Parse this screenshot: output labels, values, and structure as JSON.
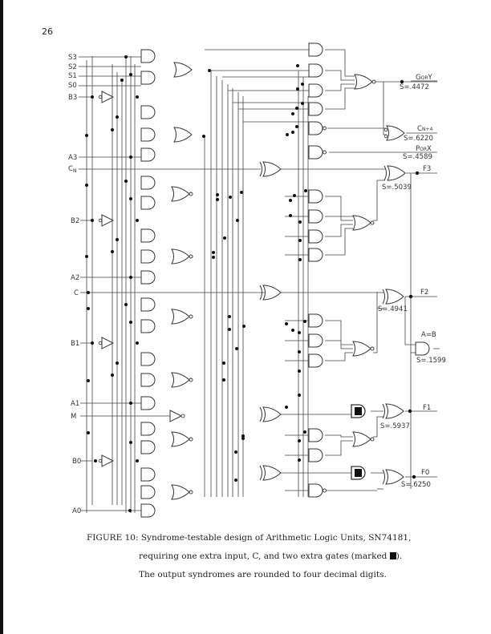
{
  "page_number": "26",
  "inputs": {
    "S3": "S3",
    "S2": "S2",
    "S1": "S1",
    "S0": "S0",
    "B3": "B3",
    "A3": "A3",
    "CN": "C",
    "CN_sub": "N",
    "B2": "B2",
    "A2": "A2",
    "C": "C",
    "B1": "B1",
    "A1": "A1",
    "M": "M",
    "B0": "B0",
    "A0": "A0"
  },
  "outputs": {
    "GorY": {
      "main": "G",
      "sub": "OR",
      "tail": "Y",
      "syndrome": "S=.4472"
    },
    "Cn4": {
      "main": "C",
      "sub": "N+4",
      "syndrome": "S=.6220"
    },
    "PorX": {
      "main": "P",
      "sub": "OR",
      "tail": "X",
      "syndrome": "S=.4589"
    },
    "F3": {
      "label": "F3",
      "syndrome": "S=.5039"
    },
    "F2": {
      "label": "F2",
      "syndrome": "S=.4941"
    },
    "AeqB": {
      "label": "A=B",
      "syndrome": "S=.1599"
    },
    "F1": {
      "label": "F1",
      "syndrome": "S=.5937"
    },
    "F0": {
      "label": "F0",
      "syndrome": "S=.6250"
    }
  },
  "caption": {
    "prefix": "FIGURE 10:",
    "line1": "Syndrome-testable design of Arithmetic Logic Units, SN74181,",
    "line2a": "requiring one extra input, C, and two extra gates (marked ",
    "line2b": ").",
    "line3": "The output syndromes are rounded to four decimal digits."
  }
}
